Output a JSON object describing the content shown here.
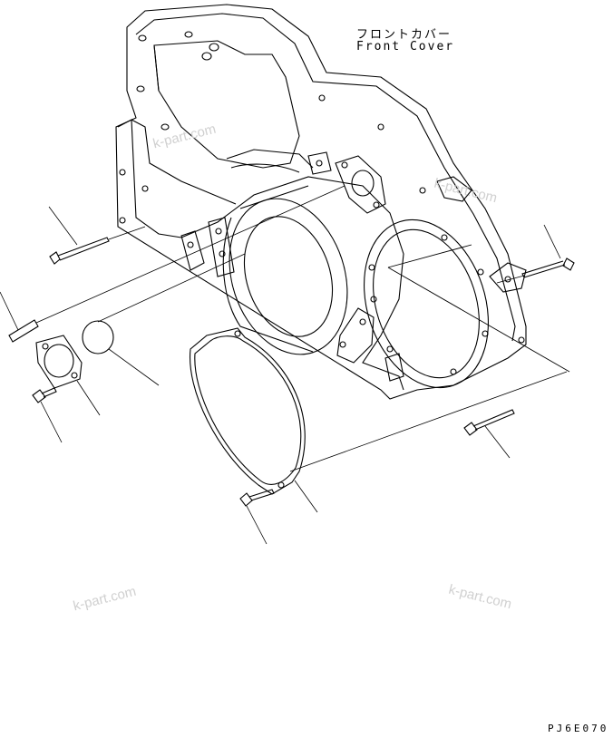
{
  "title": {
    "japanese": "フロントカバー",
    "english": "Front Cover"
  },
  "drawing_code": "PJ6E070",
  "watermarks": [
    "k-part.com",
    "k-part.com",
    "k-part.com",
    "k-part.com"
  ],
  "colors": {
    "line": "#000000",
    "background": "#ffffff",
    "watermark": "#d0d0d0"
  }
}
